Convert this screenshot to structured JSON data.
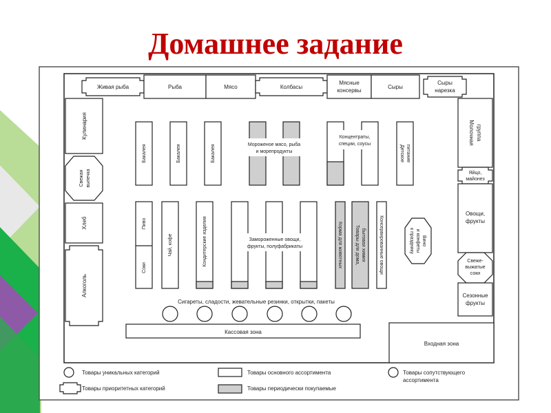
{
  "slide": {
    "title": "Домашнее задание",
    "accent_colors": [
      "#c00000",
      "#7fbf3f",
      "#1ab04a",
      "#8e5aa8"
    ]
  },
  "plan": {
    "top_row": {
      "live_fish": "Живая рыба",
      "fish": "Рыба",
      "meat": "Мясо",
      "sausages": "Колбасы",
      "meat_canned_1": "Мясные",
      "meat_canned_2": "консервы",
      "cheese": "Сыры",
      "cheese_slice_1": "Сыры",
      "cheese_slice_2": "нарезка"
    },
    "left_column": {
      "culinary": "Кулинария",
      "fresh_bakery_1": "Свежая",
      "fresh_bakery_2": "выпечка",
      "bread": "Хлеб",
      "alcohol": "Алкоголь"
    },
    "right_column": {
      "dairy_1": "Молочная",
      "dairy_2": "группа",
      "eggs_1": "Яйцо,",
      "eggs_2": "майонез",
      "vegetables_1": "Овощи,",
      "vegetables_2": "фрукты",
      "juices_1": "Свеже-",
      "juices_2": "выжатые",
      "juices_3": "соки",
      "seasonal_1": "Сезонные",
      "seasonal_2": "фрукты"
    },
    "shelves_top": {
      "grocery": "Бакалея",
      "frozen_meat_1": "Мороженое мясо, рыба",
      "frozen_meat_2": "и морепродукты",
      "concentrates_1": "Концентраты,",
      "concentrates_2": "специи, соусы",
      "baby_food_1": "Детское",
      "baby_food_2": "питание"
    },
    "shelves_bottom": {
      "beer": "Пиво",
      "juices": "Соки",
      "tea_coffee": "Чай, кофе",
      "confectionery": "Кондитерские изделия",
      "frozen_veg_1": "Замороженные овощи,",
      "frozen_veg_2": "фрукты, полуфабрикаты",
      "pet_food": "Корма для животных",
      "household_1": "Товары для дома,",
      "household_2": "бытовая химия",
      "canned_veg": "Консервированные овощи",
      "wine_1": "Вино",
      "wine_2": "и конфеты",
      "wine_3": "к празднику"
    },
    "impulse_line": "Сигареты, сладости, жевательные резинки, открытки, пакеты",
    "checkout": "Кассовая зона",
    "entrance": "Входная зона",
    "legend": {
      "unique": "Товары уникальных категорий",
      "priority": "Товары приоритетных категорий",
      "main": "Товары основного ассортимента",
      "periodic": "Товары периодически покупаемые",
      "accompanying_1": "Товары сопутствующего",
      "accompanying_2": "ассортимента"
    }
  }
}
